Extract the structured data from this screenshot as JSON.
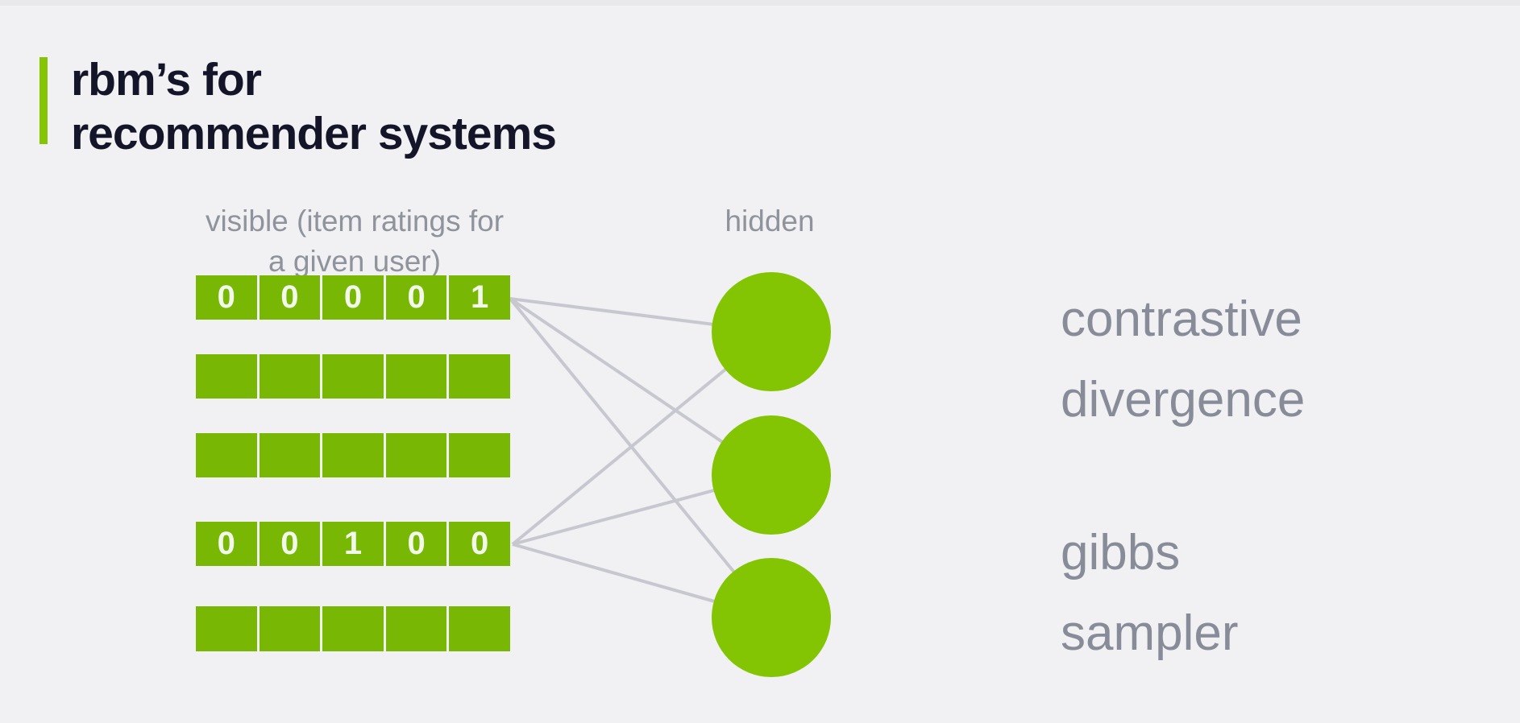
{
  "slide": {
    "title": {
      "line1": "rbm’s for",
      "line2": "recommender systems"
    }
  },
  "diagram": {
    "visible_label": {
      "line1": "visible (item ratings for",
      "line2": "a given user)"
    },
    "hidden_label": "hidden",
    "visible_rows": [
      {
        "cells": [
          "0",
          "0",
          "0",
          "0",
          "1"
        ]
      },
      {
        "cells": [
          "",
          "",
          "",
          "",
          ""
        ]
      },
      {
        "cells": [
          "",
          "",
          "",
          "",
          ""
        ]
      },
      {
        "cells": [
          "0",
          "0",
          "1",
          "0",
          "0"
        ]
      },
      {
        "cells": [
          "",
          "",
          "",
          "",
          ""
        ]
      }
    ],
    "hidden_unit_count": 3
  },
  "annotations": {
    "method1": {
      "line1": "contrastive",
      "line2": "divergence"
    },
    "method2": {
      "line1": "gibbs",
      "line2": "sampler"
    }
  },
  "colors": {
    "background": "#f1f1f3",
    "top_strip": "#e9e9eb",
    "accent_green": "#86c504",
    "cell_green": "#78b804",
    "circle_green": "#84c503",
    "title_text": "#15152a",
    "label_gray": "#8f939c",
    "annotation_gray": "#888c99",
    "connector_gray": "#c7c7cf",
    "digit_color": "#f3f9ea"
  }
}
